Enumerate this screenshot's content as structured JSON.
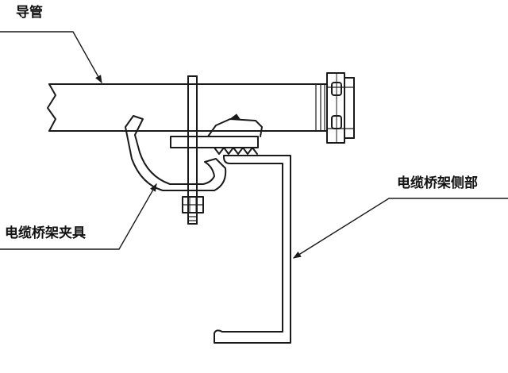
{
  "labels": {
    "conduit": "导管",
    "cable_tray_clamp": "电缆桥架夹具",
    "cable_tray_side": "电缆桥架侧部"
  },
  "colors": {
    "background": "#ffffff",
    "stroke": "#1a1a1a"
  }
}
